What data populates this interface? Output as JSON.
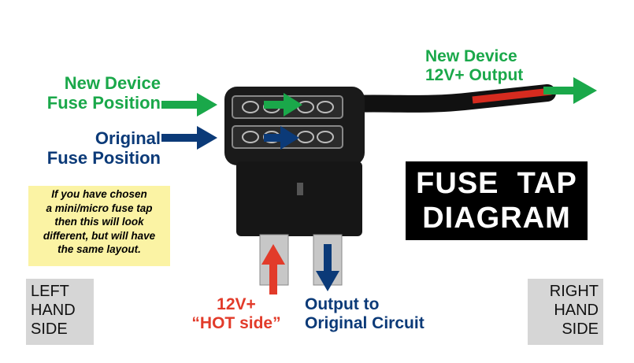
{
  "labels": {
    "new_device_fuse": [
      "New Device",
      "Fuse Position"
    ],
    "original_fuse": [
      "Original",
      "Fuse Position"
    ],
    "new_device_output": [
      "New Device",
      "12V+ Output"
    ],
    "hot_side": [
      "12V+",
      "“HOT side”"
    ],
    "output_original": [
      "Output to",
      "Original Circuit"
    ]
  },
  "note": [
    "If you have chosen",
    "a mini/micro fuse tap",
    "then this will look",
    "different, but will have",
    "the same layout."
  ],
  "title": [
    "FUSE  TAP",
    "DIAGRAM"
  ],
  "left_side": [
    "LEFT",
    "HAND",
    "SIDE"
  ],
  "right_side": [
    "RIGHT",
    "HAND",
    "SIDE"
  ],
  "colors": {
    "green": "#1aa84a",
    "navy": "#0b3a78",
    "red": "#e23b2a",
    "note_bg": "#fbf3a4",
    "side_bg": "#d6d6d6"
  }
}
